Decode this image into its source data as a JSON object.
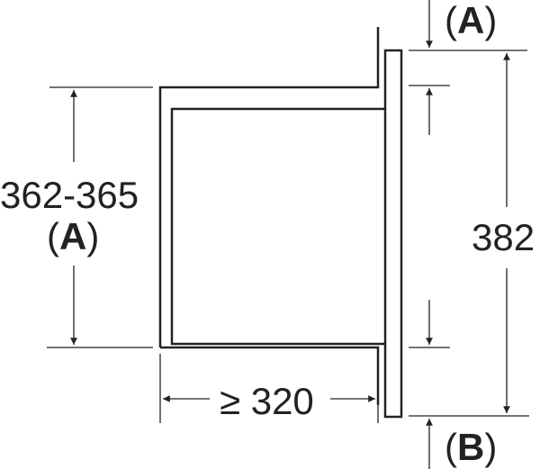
{
  "diagram": {
    "type": "installation-dimension-drawing",
    "line_color": "#222222",
    "labels": {
      "height_range": "362-365",
      "height_note_letter": "A",
      "total_height": "382",
      "depth": "≥ 320",
      "top_gap_letter": "A",
      "bottom_gap_letter": "B"
    }
  }
}
